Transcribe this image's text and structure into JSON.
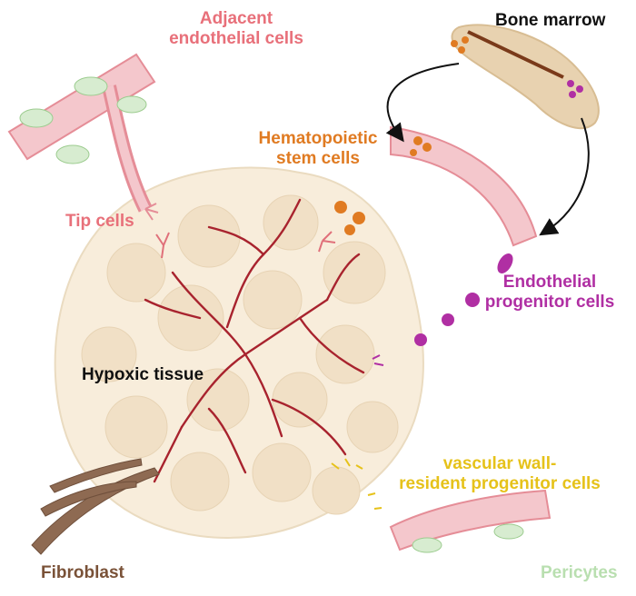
{
  "labels": {
    "adjacent_endothelial": [
      "Adjacent",
      "endothelial cells"
    ],
    "bone_marrow": "Bone marrow",
    "hematopoietic": [
      "Hematopoietic",
      "stem cells"
    ],
    "tip_cells": "Tip cells",
    "endothelial_progenitor": [
      "Endothelial",
      "progenitor cells"
    ],
    "hypoxic_tissue": "Hypoxic tissue",
    "vascular_wall": [
      "vascular wall-",
      "resident progenitor cells"
    ],
    "fibroblast": "Fibroblast",
    "pericytes": "Pericytes"
  },
  "colors": {
    "adjacent": "#e8707a",
    "bone_marrow": "#111111",
    "hematopoietic": "#e07b22",
    "tip": "#e8707a",
    "epc": "#b02fa3",
    "hypoxic": "#111111",
    "vascular_wall": "#e6c21a",
    "fibroblast": "#7a5238",
    "pericytes": "#b9dfb0",
    "tissue": "#f7ecd8",
    "vessel": "#a8232e",
    "bone": "#e8d2b0"
  }
}
